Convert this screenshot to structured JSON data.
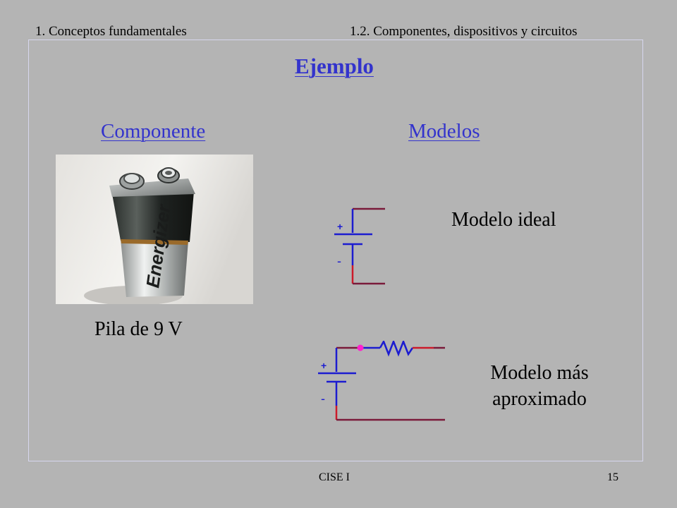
{
  "header": {
    "chapter": "1. Conceptos fundamentales",
    "section": "1.2. Componentes, dispositivos y circuitos"
  },
  "slide": {
    "title": "Ejemplo",
    "left_heading": "Componente",
    "right_heading": "Modelos",
    "photo_caption": "Pila de 9 V",
    "battery_brand": "Energizer",
    "ideal_model_label": "Modelo ideal",
    "approx_model_label_line1": "Modelo más",
    "approx_model_label_line2": "aproximado",
    "plus_sign": "+",
    "minus_sign": "-"
  },
  "footer": {
    "course": "CISE I",
    "page_number": "15"
  },
  "colors": {
    "background": "#b4b4b4",
    "link": "#3333cc",
    "wire_blue": "#1c1cd0",
    "wire_red": "#cc1a2a",
    "wire_dark": "#7a1a3a",
    "node": "#ff22cc"
  }
}
